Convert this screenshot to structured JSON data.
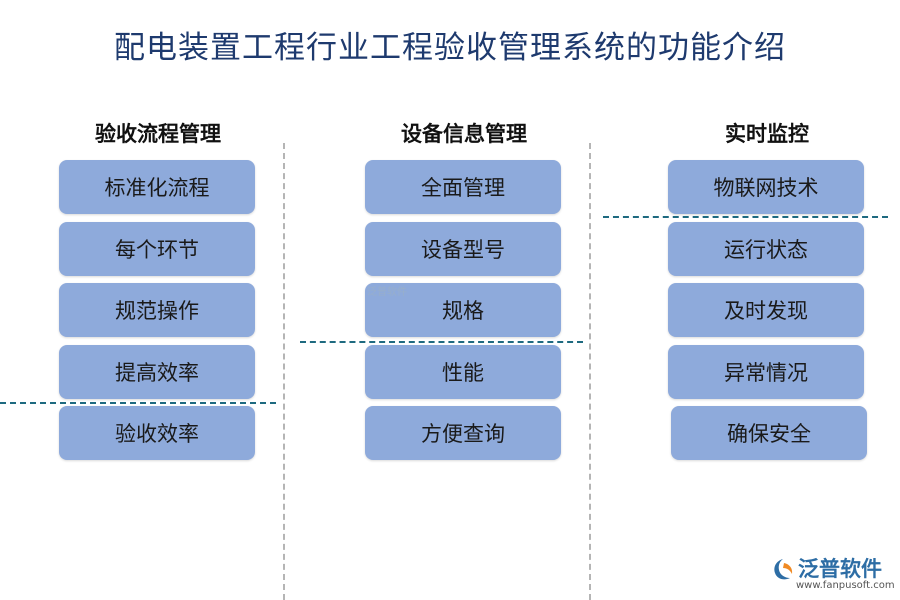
{
  "title": "配电装置工程行业工程验收管理系统的功能介绍",
  "columns": [
    {
      "heading": "验收流程管理",
      "items": [
        "标准化流程",
        "每个环节",
        "规范操作",
        "提高效率",
        "验收效率"
      ]
    },
    {
      "heading": "设备信息管理",
      "items": [
        "全面管理",
        "设备型号",
        "规格",
        "性能",
        "方便查询"
      ]
    },
    {
      "heading": "实时监控",
      "items": [
        "物联网技术",
        "运行状态",
        "及时发现",
        "异常情况",
        "确保安全"
      ]
    }
  ],
  "watermark": "泛普软件",
  "logo": {
    "name": "泛普软件",
    "url": "www.fanpusoft.com"
  },
  "colors": {
    "box_fill": "#8eaadb",
    "title": "#1e3a6e",
    "divider": "#b5b5b5",
    "dashed_rule": "#1e6a80"
  }
}
